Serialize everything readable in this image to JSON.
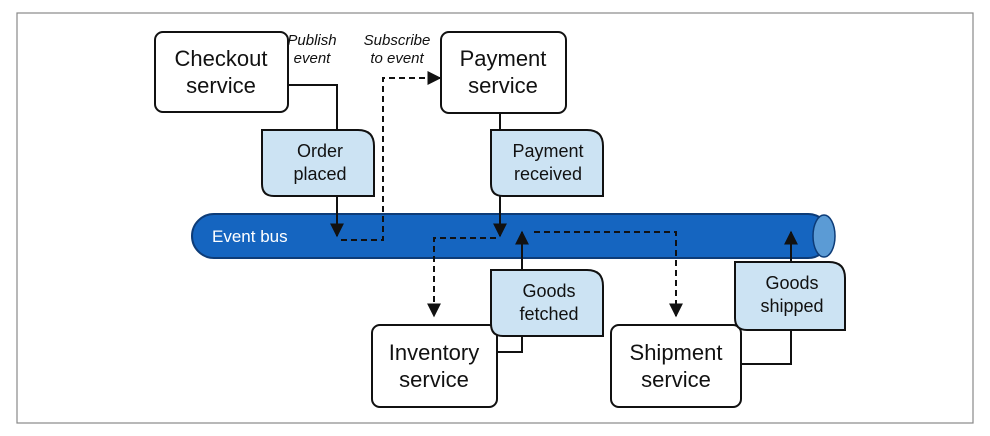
{
  "diagram": {
    "bus_label": "Event bus",
    "services": {
      "checkout": [
        "Checkout",
        "service"
      ],
      "payment": [
        "Payment",
        "service"
      ],
      "inventory": [
        "Inventory",
        "service"
      ],
      "shipment": [
        "Shipment",
        "service"
      ]
    },
    "events": {
      "order_placed": [
        "Order",
        "placed"
      ],
      "payment_received": [
        "Payment",
        "received"
      ],
      "goods_fetched": [
        "Goods",
        "fetched"
      ],
      "goods_shipped": [
        "Goods",
        "shipped"
      ]
    },
    "annotations": {
      "publish": [
        "Publish",
        "event"
      ],
      "subscribe": [
        "Subscribe",
        "to event"
      ]
    },
    "colors": {
      "bus": "#1565c0",
      "bus_end": "#5b9bd5",
      "event_fill": "#cce3f3",
      "frame": "#888888"
    }
  }
}
